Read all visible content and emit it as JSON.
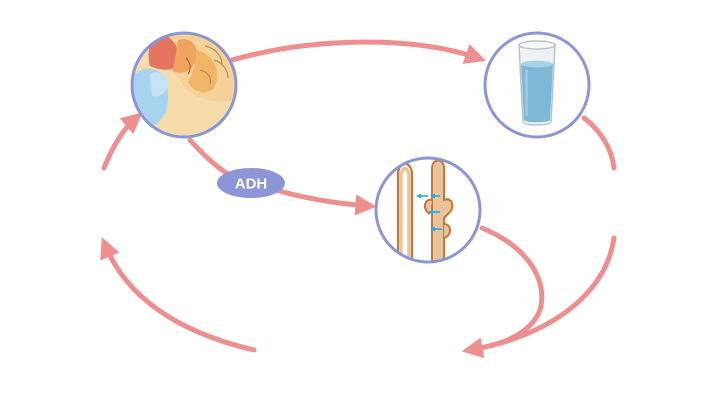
{
  "diagram": {
    "label": "ADH",
    "colors": {
      "arrow": "#ef8e8e",
      "circle_border": "#8c95d6",
      "badge": "#8c95d6",
      "badge_text": "#ffffff",
      "water": "#7db9d6",
      "brain_tan": "#f4d9a6",
      "brain_orange": "#f0a35c",
      "brain_red": "#e67560",
      "pituitary_blue": "#a9d4f0",
      "tubule": "#e9c49a",
      "tubule_edge": "#c4773a",
      "small_arrows": "#2aa8de"
    },
    "nodes": [
      {
        "name": "brain-hypothalamus-pituitary",
        "icon": "brain-icon"
      },
      {
        "name": "glass-of-water",
        "icon": "water-glass-icon"
      },
      {
        "name": "kidney-collecting-duct",
        "icon": "kidney-tubule-icon"
      }
    ]
  }
}
